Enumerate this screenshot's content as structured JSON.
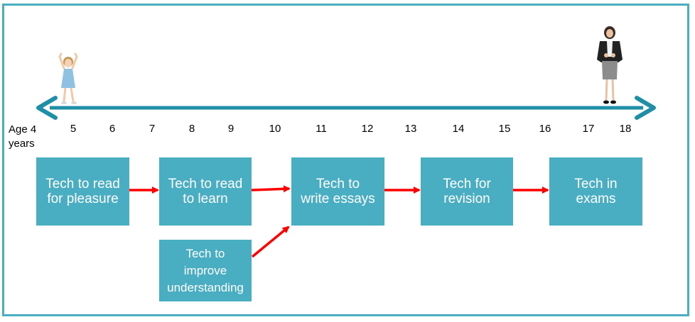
{
  "colors": {
    "accent": "#4aaec2",
    "arrow": "#ff0000",
    "axis": "#1f8fa8",
    "box_text": "#ffffff"
  },
  "icons": {
    "start_figure": "child-figure-icon",
    "end_figure": "woman-figure-icon"
  },
  "timeline": {
    "age_prefix": "Age 4\nyears",
    "ticks": [
      "5",
      "6",
      "7",
      "8",
      "9",
      "10",
      "11",
      "12",
      "13",
      "14",
      "15",
      "16",
      "17",
      "18"
    ]
  },
  "stages": [
    {
      "id": "read-for-pleasure",
      "label": "Tech to read\nfor pleasure"
    },
    {
      "id": "read-to-learn",
      "label": "Tech to read\nto learn"
    },
    {
      "id": "write-essays",
      "label": "Tech to\nwrite essays"
    },
    {
      "id": "revision",
      "label": "Tech for\nrevision"
    },
    {
      "id": "exams",
      "label": "Tech in\nexams"
    },
    {
      "id": "improve-understanding",
      "label": "Tech to\nimprove\nunderstanding"
    }
  ]
}
